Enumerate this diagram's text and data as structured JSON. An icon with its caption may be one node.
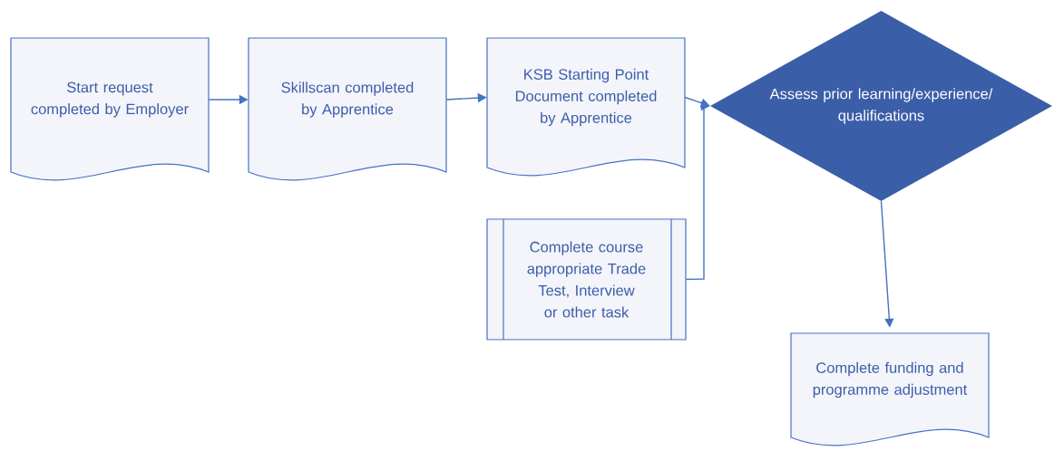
{
  "diagram": {
    "nodes": [
      {
        "text": [
          "Start request completed by Employer"
        ]
      },
      {
        "text": [
          "Skillscan completed by Apprentice"
        ]
      },
      {
        "text": [
          "KSB Starting Point Document completed by Apprentice"
        ]
      },
      {
        "text": [
          "Assess prior learning/experience/ qualifications"
        ]
      },
      {
        "text": [
          "Complete course appropriate Trade Test, Interview or other task"
        ]
      },
      {
        "text": [
          "Complete funding and programme adjustment"
        ]
      }
    ],
    "edges": [
      {
        "from": 0,
        "to": 1,
        "arrow": "to"
      },
      {
        "from": 1,
        "to": 2,
        "arrow": "to"
      },
      {
        "from": 2,
        "to": 3,
        "arrow": "to"
      },
      {
        "from": 4,
        "to": 3,
        "arrow": "to"
      },
      {
        "from": 3,
        "to": 5,
        "arrow": "to"
      }
    ]
  }
}
